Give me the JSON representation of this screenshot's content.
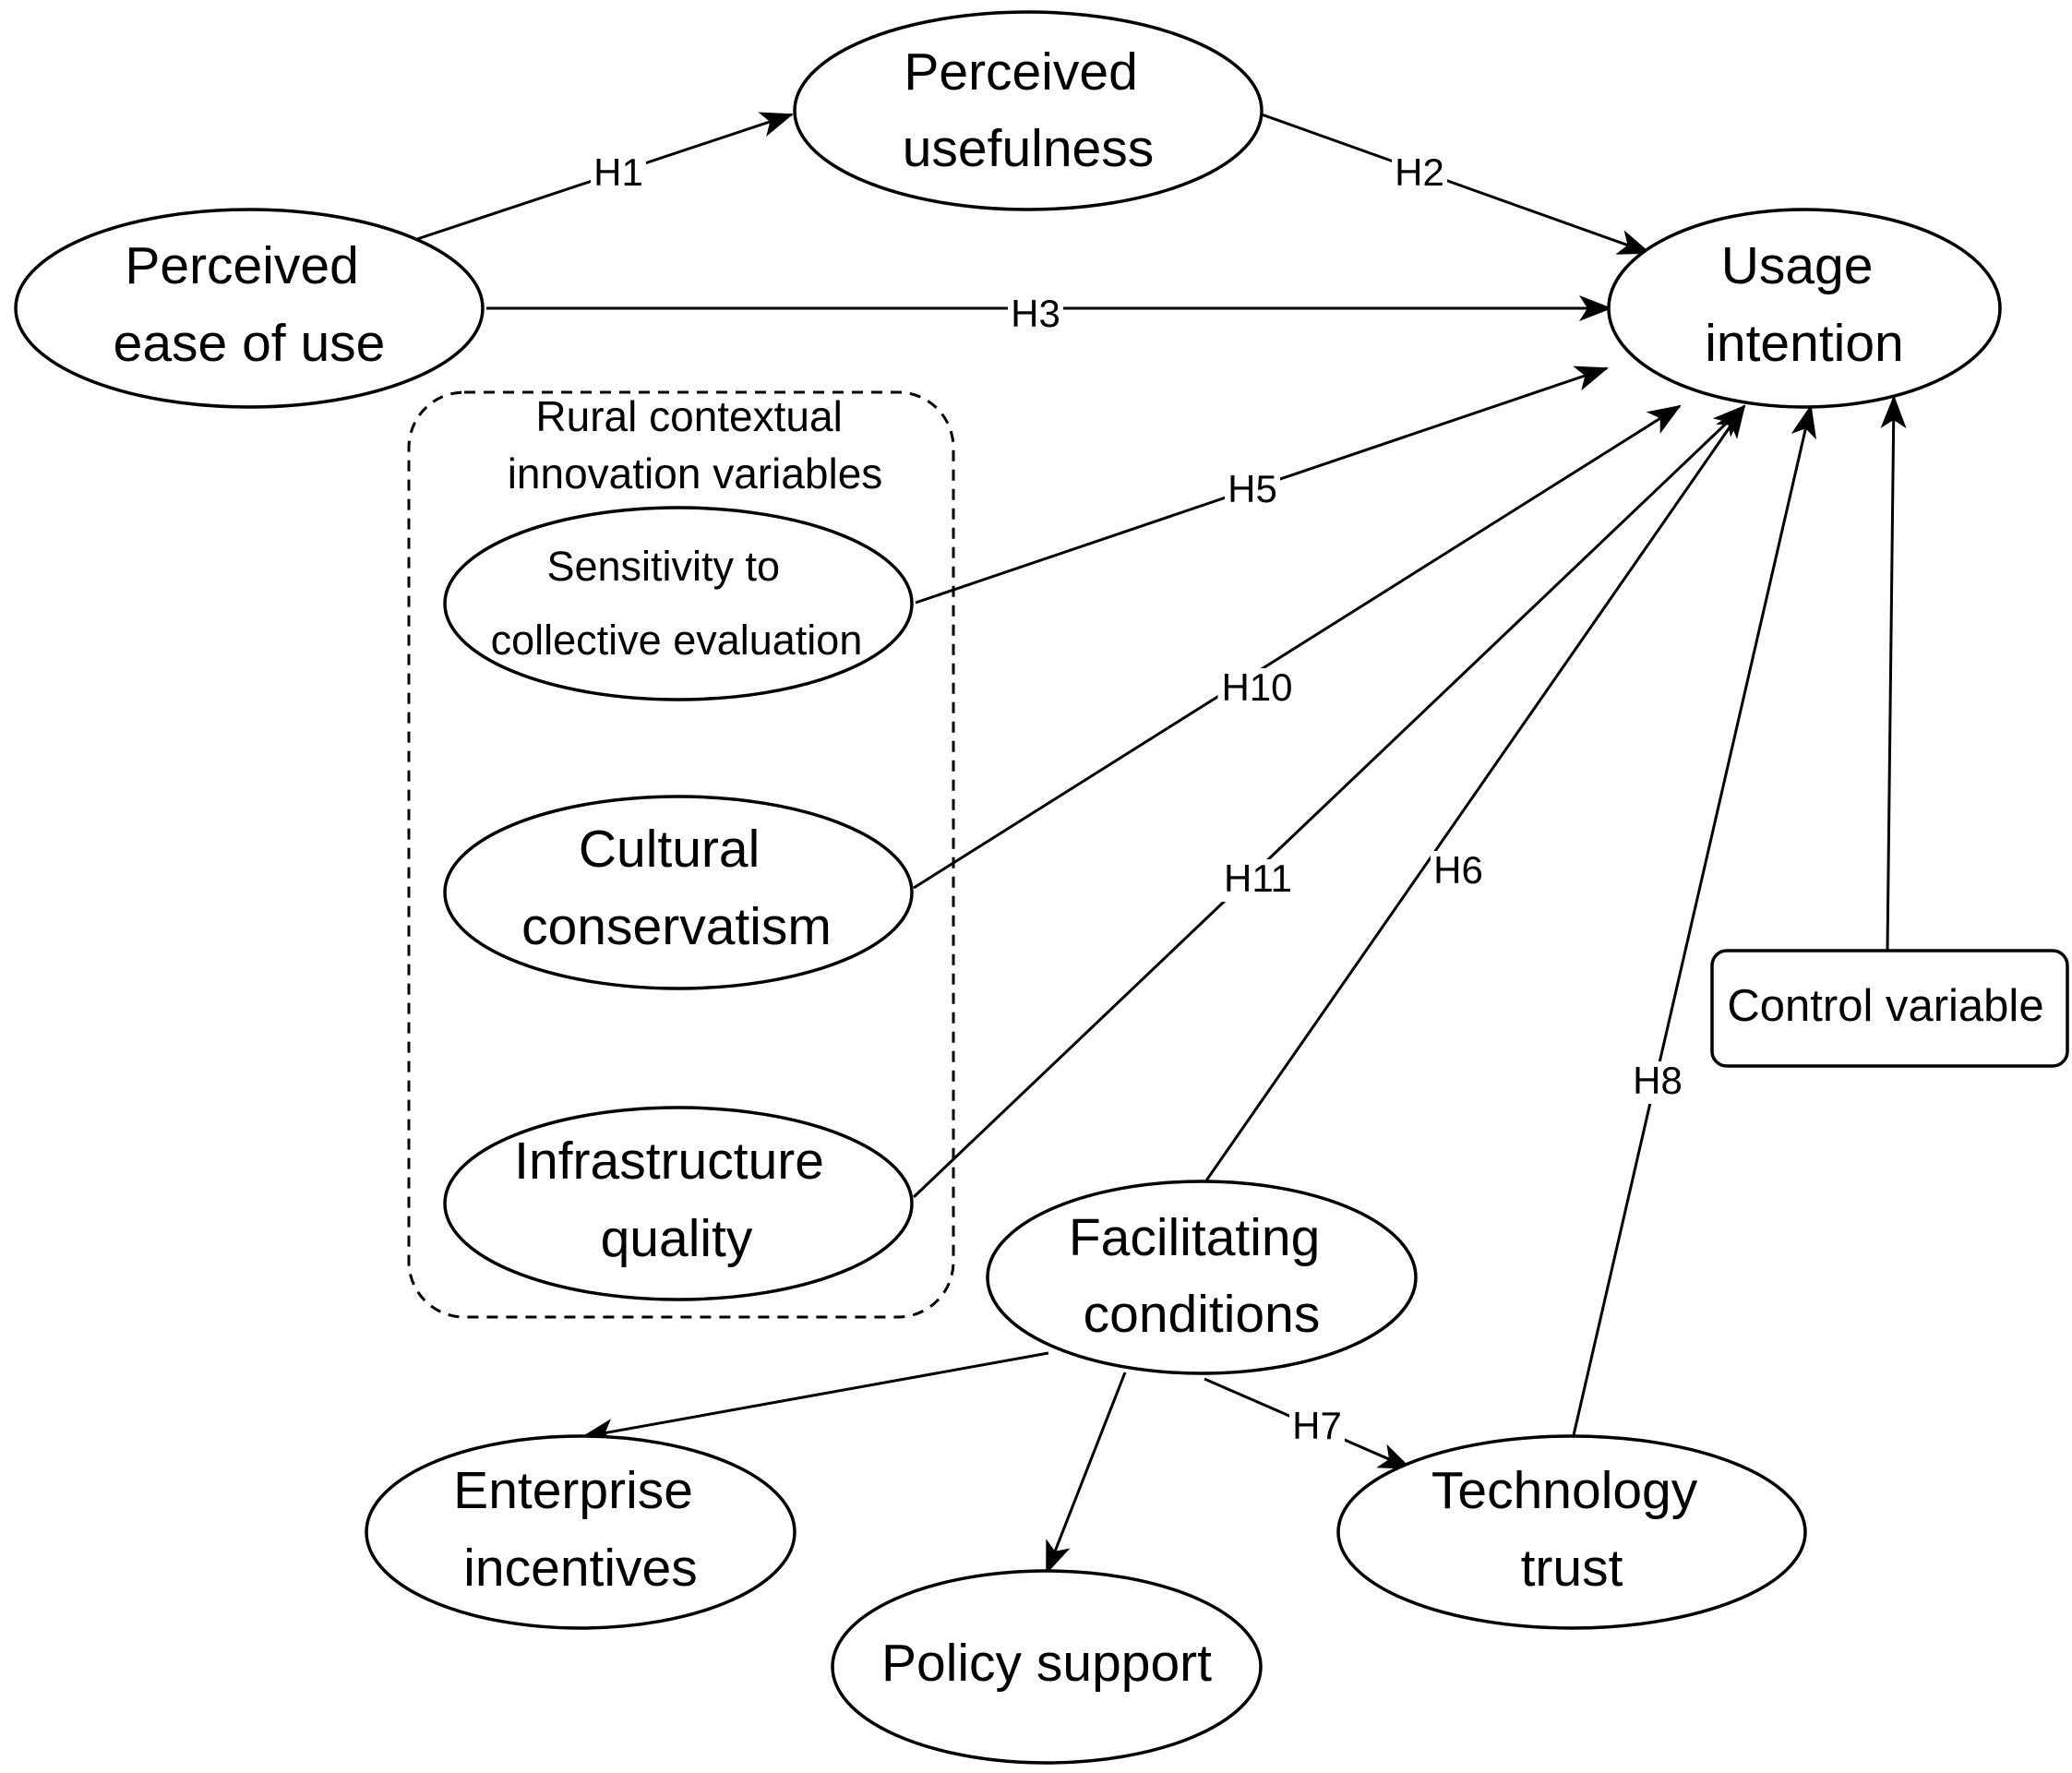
{
  "nodes": {
    "perceived_usefulness": [
      "Perceived",
      "usefulness"
    ],
    "perceived_ease_of_use": [
      "Perceived",
      "ease of use"
    ],
    "usage_intention": [
      "Usage",
      "intention"
    ],
    "sensitivity": [
      "Sensitivity to",
      "collective evaluation"
    ],
    "cultural_conservatism": [
      "Cultural",
      "conservatism"
    ],
    "infrastructure_quality": [
      "Infrastructure",
      "quality"
    ],
    "facilitating_conditions": [
      "Facilitating",
      "conditions"
    ],
    "enterprise_incentives": [
      "Enterprise",
      "incentives"
    ],
    "policy_support": [
      "Policy support"
    ],
    "technology_trust": [
      "Technology",
      "trust"
    ],
    "control_variable": [
      "Control variable"
    ]
  },
  "group": {
    "title": [
      "Rural contextual",
      "innovation variables"
    ]
  },
  "edges": [
    {
      "id": "h1",
      "from": "perceived_ease_of_use",
      "to": "perceived_usefulness",
      "label": "H1"
    },
    {
      "id": "h2",
      "from": "perceived_usefulness",
      "to": "usage_intention",
      "label": "H2"
    },
    {
      "id": "h3",
      "from": "perceived_ease_of_use",
      "to": "usage_intention",
      "label": "H3"
    },
    {
      "id": "h5",
      "from": "sensitivity",
      "to": "usage_intention",
      "label": "H5"
    },
    {
      "id": "h10",
      "from": "cultural_conservatism",
      "to": "usage_intention",
      "label": "H10"
    },
    {
      "id": "h11",
      "from": "infrastructure_quality",
      "to": "usage_intention",
      "label": "H11"
    },
    {
      "id": "h6",
      "from": "facilitating_conditions",
      "to": "usage_intention",
      "label": "H6"
    },
    {
      "id": "h8",
      "from": "technology_trust",
      "to": "usage_intention",
      "label": "H8"
    },
    {
      "id": "h7",
      "from": "facilitating_conditions",
      "to": "technology_trust",
      "label": "H7"
    },
    {
      "id": "e_enterprise",
      "from": "facilitating_conditions",
      "to": "enterprise_incentives",
      "label": ""
    },
    {
      "id": "e_policy",
      "from": "facilitating_conditions",
      "to": "policy_support",
      "label": ""
    },
    {
      "id": "e_control",
      "from": "control_variable",
      "to": "usage_intention",
      "label": ""
    }
  ]
}
